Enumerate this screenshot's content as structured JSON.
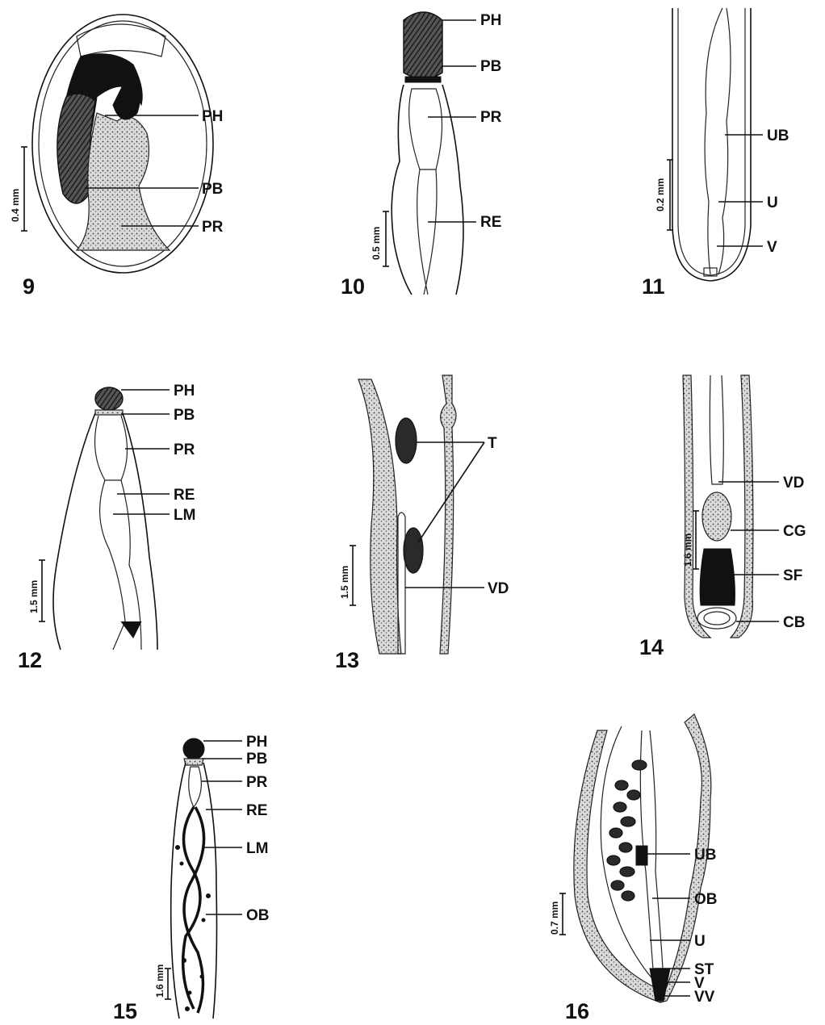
{
  "figures": [
    {
      "number": "9",
      "scale": "0.4 mm",
      "labels": [
        "PH",
        "PB",
        "PR"
      ]
    },
    {
      "number": "10",
      "scale": "0.5 mm",
      "labels": [
        "PH",
        "PB",
        "PR",
        "RE"
      ]
    },
    {
      "number": "11",
      "scale": "0.2 mm",
      "labels": [
        "UB",
        "U",
        "V"
      ]
    },
    {
      "number": "12",
      "scale": "1.5 mm",
      "labels": [
        "PH",
        "PB",
        "PR",
        "RE",
        "LM"
      ]
    },
    {
      "number": "13",
      "scale": "1.5 mm",
      "labels": [
        "T",
        "VD"
      ]
    },
    {
      "number": "14",
      "scale": "1.6 mm",
      "labels": [
        "VD",
        "CG",
        "SF",
        "CB"
      ]
    },
    {
      "number": "15",
      "scale": "1.6 mm",
      "labels": [
        "PH",
        "PB",
        "PR",
        "RE",
        "LM",
        "OB"
      ]
    },
    {
      "number": "16",
      "scale": "0.7 mm",
      "labels": [
        "UB",
        "OB",
        "U",
        "ST",
        "V",
        "VV"
      ]
    }
  ]
}
